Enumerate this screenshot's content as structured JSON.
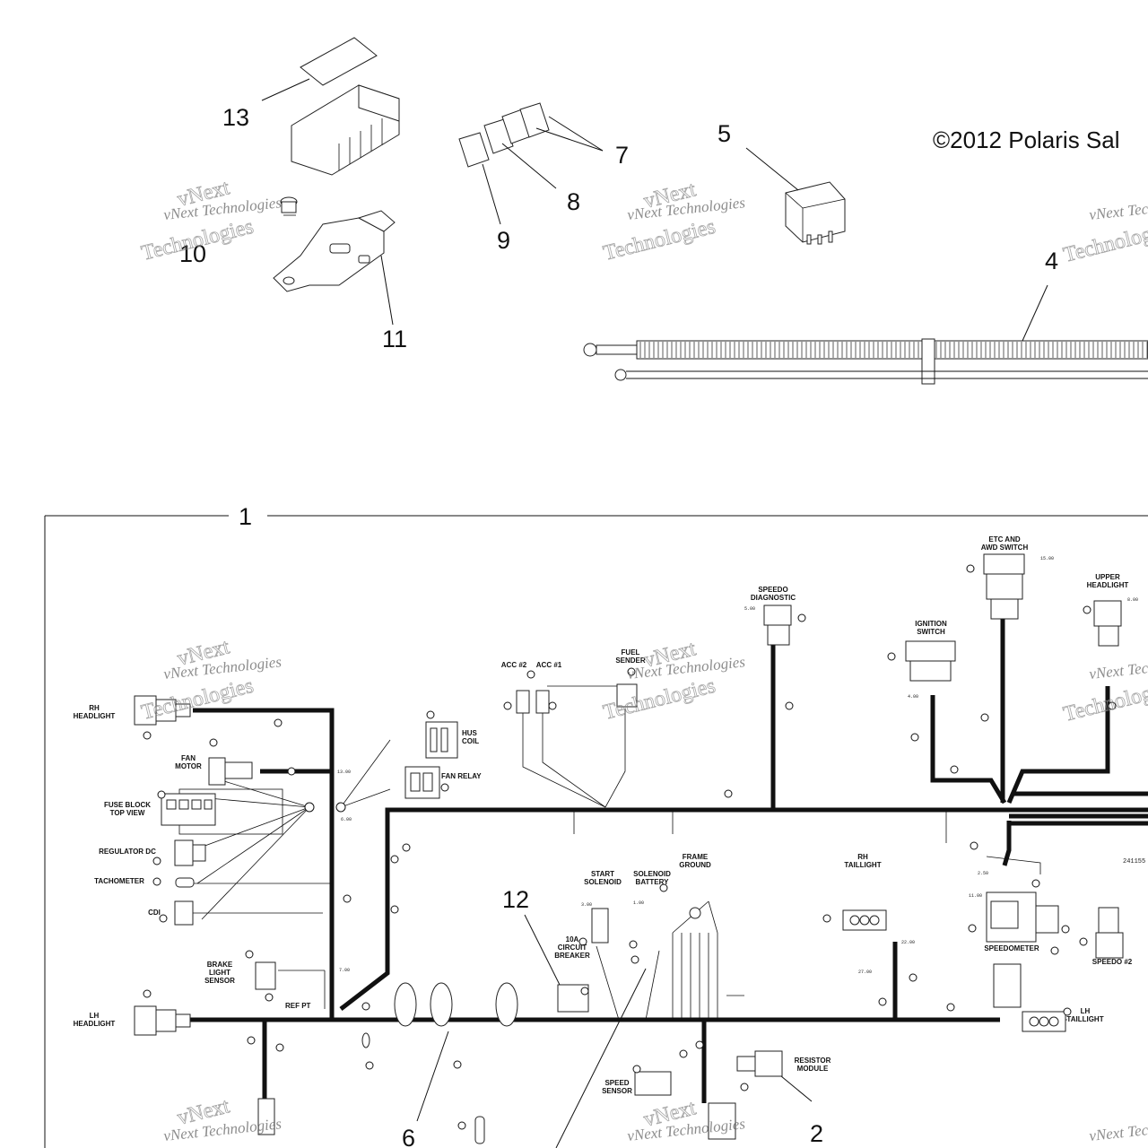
{
  "copyright": "©2012 Polaris Sal",
  "watermark": {
    "line1": "vNext Technologies",
    "line2": "Technologies",
    "line3": "vNext"
  },
  "callouts": [
    "13",
    "7",
    "8",
    "9",
    "5",
    "10",
    "11",
    "4",
    "1",
    "12",
    "6",
    "2"
  ],
  "circuit_breaker_label": [
    "10A",
    "CIRCUIT",
    "BREAKER"
  ],
  "ref_pt": "REF PT",
  "part_number_fragment": "241155",
  "labels": {
    "rh_headlight": [
      "RH",
      "HEADLIGHT"
    ],
    "lh_headlight": [
      "LH",
      "HEADLIGHT"
    ],
    "fan_motor": [
      "FAN",
      "MOTOR"
    ],
    "fuse_block": [
      "FUSE BLOCK",
      "TOP VIEW"
    ],
    "regulator": "REGULATOR DC",
    "tachometer": "TACHOMETER",
    "cdi": "CDI",
    "brake_light_sensor": [
      "BRAKE",
      "LIGHT",
      "SENSOR"
    ],
    "hus_coil": [
      "HUS",
      "COIL"
    ],
    "fan_relay": "FAN RELAY",
    "acc2": "ACC #2",
    "acc1": "ACC #1",
    "fuel_sender": [
      "FUEL",
      "SENDER"
    ],
    "speedo_diagnostic": [
      "SPEEDO",
      "DIAGNOSTIC"
    ],
    "ignition_switch": [
      "IGNITION",
      "SWITCH"
    ],
    "etc_awd_switch": [
      "ETC AND",
      "AWD SWITCH"
    ],
    "upper_headlight": [
      "UPPER",
      "HEADLIGHT"
    ],
    "start_solenoid": [
      "START",
      "SOLENOID"
    ],
    "solenoid_battery": [
      "SOLENOID",
      "BATTERY"
    ],
    "frame_ground": [
      "FRAME",
      "GROUND"
    ],
    "rh_taillight": [
      "RH",
      "TAILLIGHT"
    ],
    "lh_taillight": [
      "LH",
      "TAILLIGHT"
    ],
    "speedometer": "SPEEDOMETER",
    "speedo2": "SPEEDO #2",
    "speed_sensor": [
      "SPEED",
      "SENSOR"
    ],
    "resistor_module": [
      "RESISTOR",
      "MODULE"
    ]
  },
  "dimensions": [
    "13.00",
    "6.00",
    "7.00",
    "22.00",
    "4.00",
    "1.00",
    "3.00",
    "2.50",
    "11.00",
    "15.00",
    "8.00",
    "27.00",
    "5.00"
  ]
}
